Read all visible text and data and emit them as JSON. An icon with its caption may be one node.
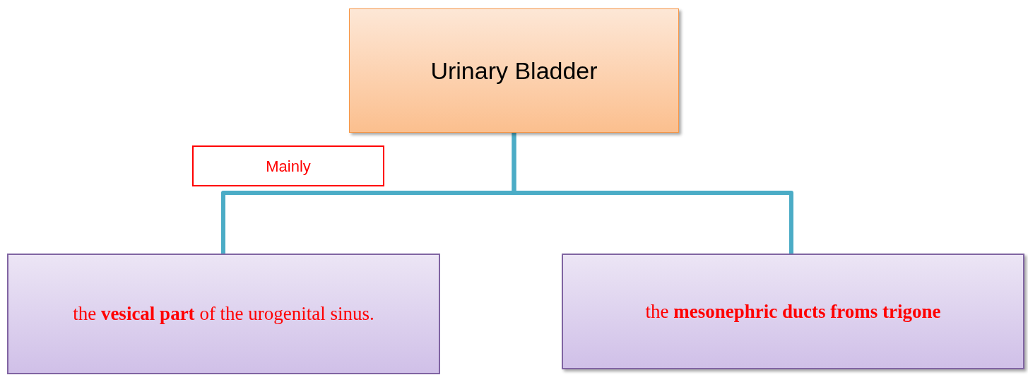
{
  "diagram": {
    "nodes": [
      {
        "text": [
          "Urinary Bladder"
        ]
      },
      {
        "text": [
          "Mainly"
        ]
      },
      {
        "text": [
          "the **vesical part** of the urogenital sinus."
        ]
      },
      {
        "text": [
          "the **mesonephric ducts froms trigone**"
        ]
      }
    ],
    "edges": [
      {
        "from": 0,
        "to": 2,
        "arrow": "none"
      },
      {
        "from": 0,
        "to": 3,
        "arrow": "none"
      }
    ]
  }
}
